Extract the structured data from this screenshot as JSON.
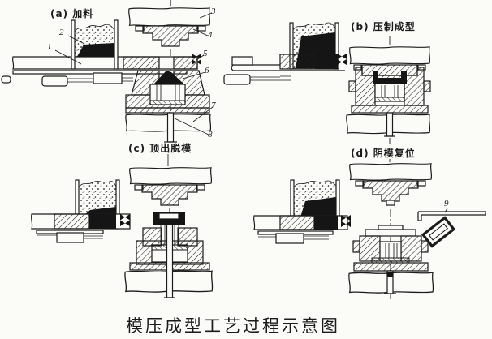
{
  "figure": {
    "caption": "模压成型工艺过程示意图",
    "panels": [
      {
        "key": "a",
        "label": "(a) 加料"
      },
      {
        "key": "b",
        "label": "(b) 压制成型"
      },
      {
        "key": "c",
        "label": "(c) 顶出脱模"
      },
      {
        "key": "d",
        "label": "(d) 阴模复位"
      }
    ],
    "callouts": [
      "1",
      "2",
      "3",
      "4",
      "5",
      "6",
      "7",
      "8",
      "9"
    ],
    "colors": {
      "paper": "#fbfbf8",
      "ink": "#1c1c1c",
      "material": "#151515"
    }
  }
}
